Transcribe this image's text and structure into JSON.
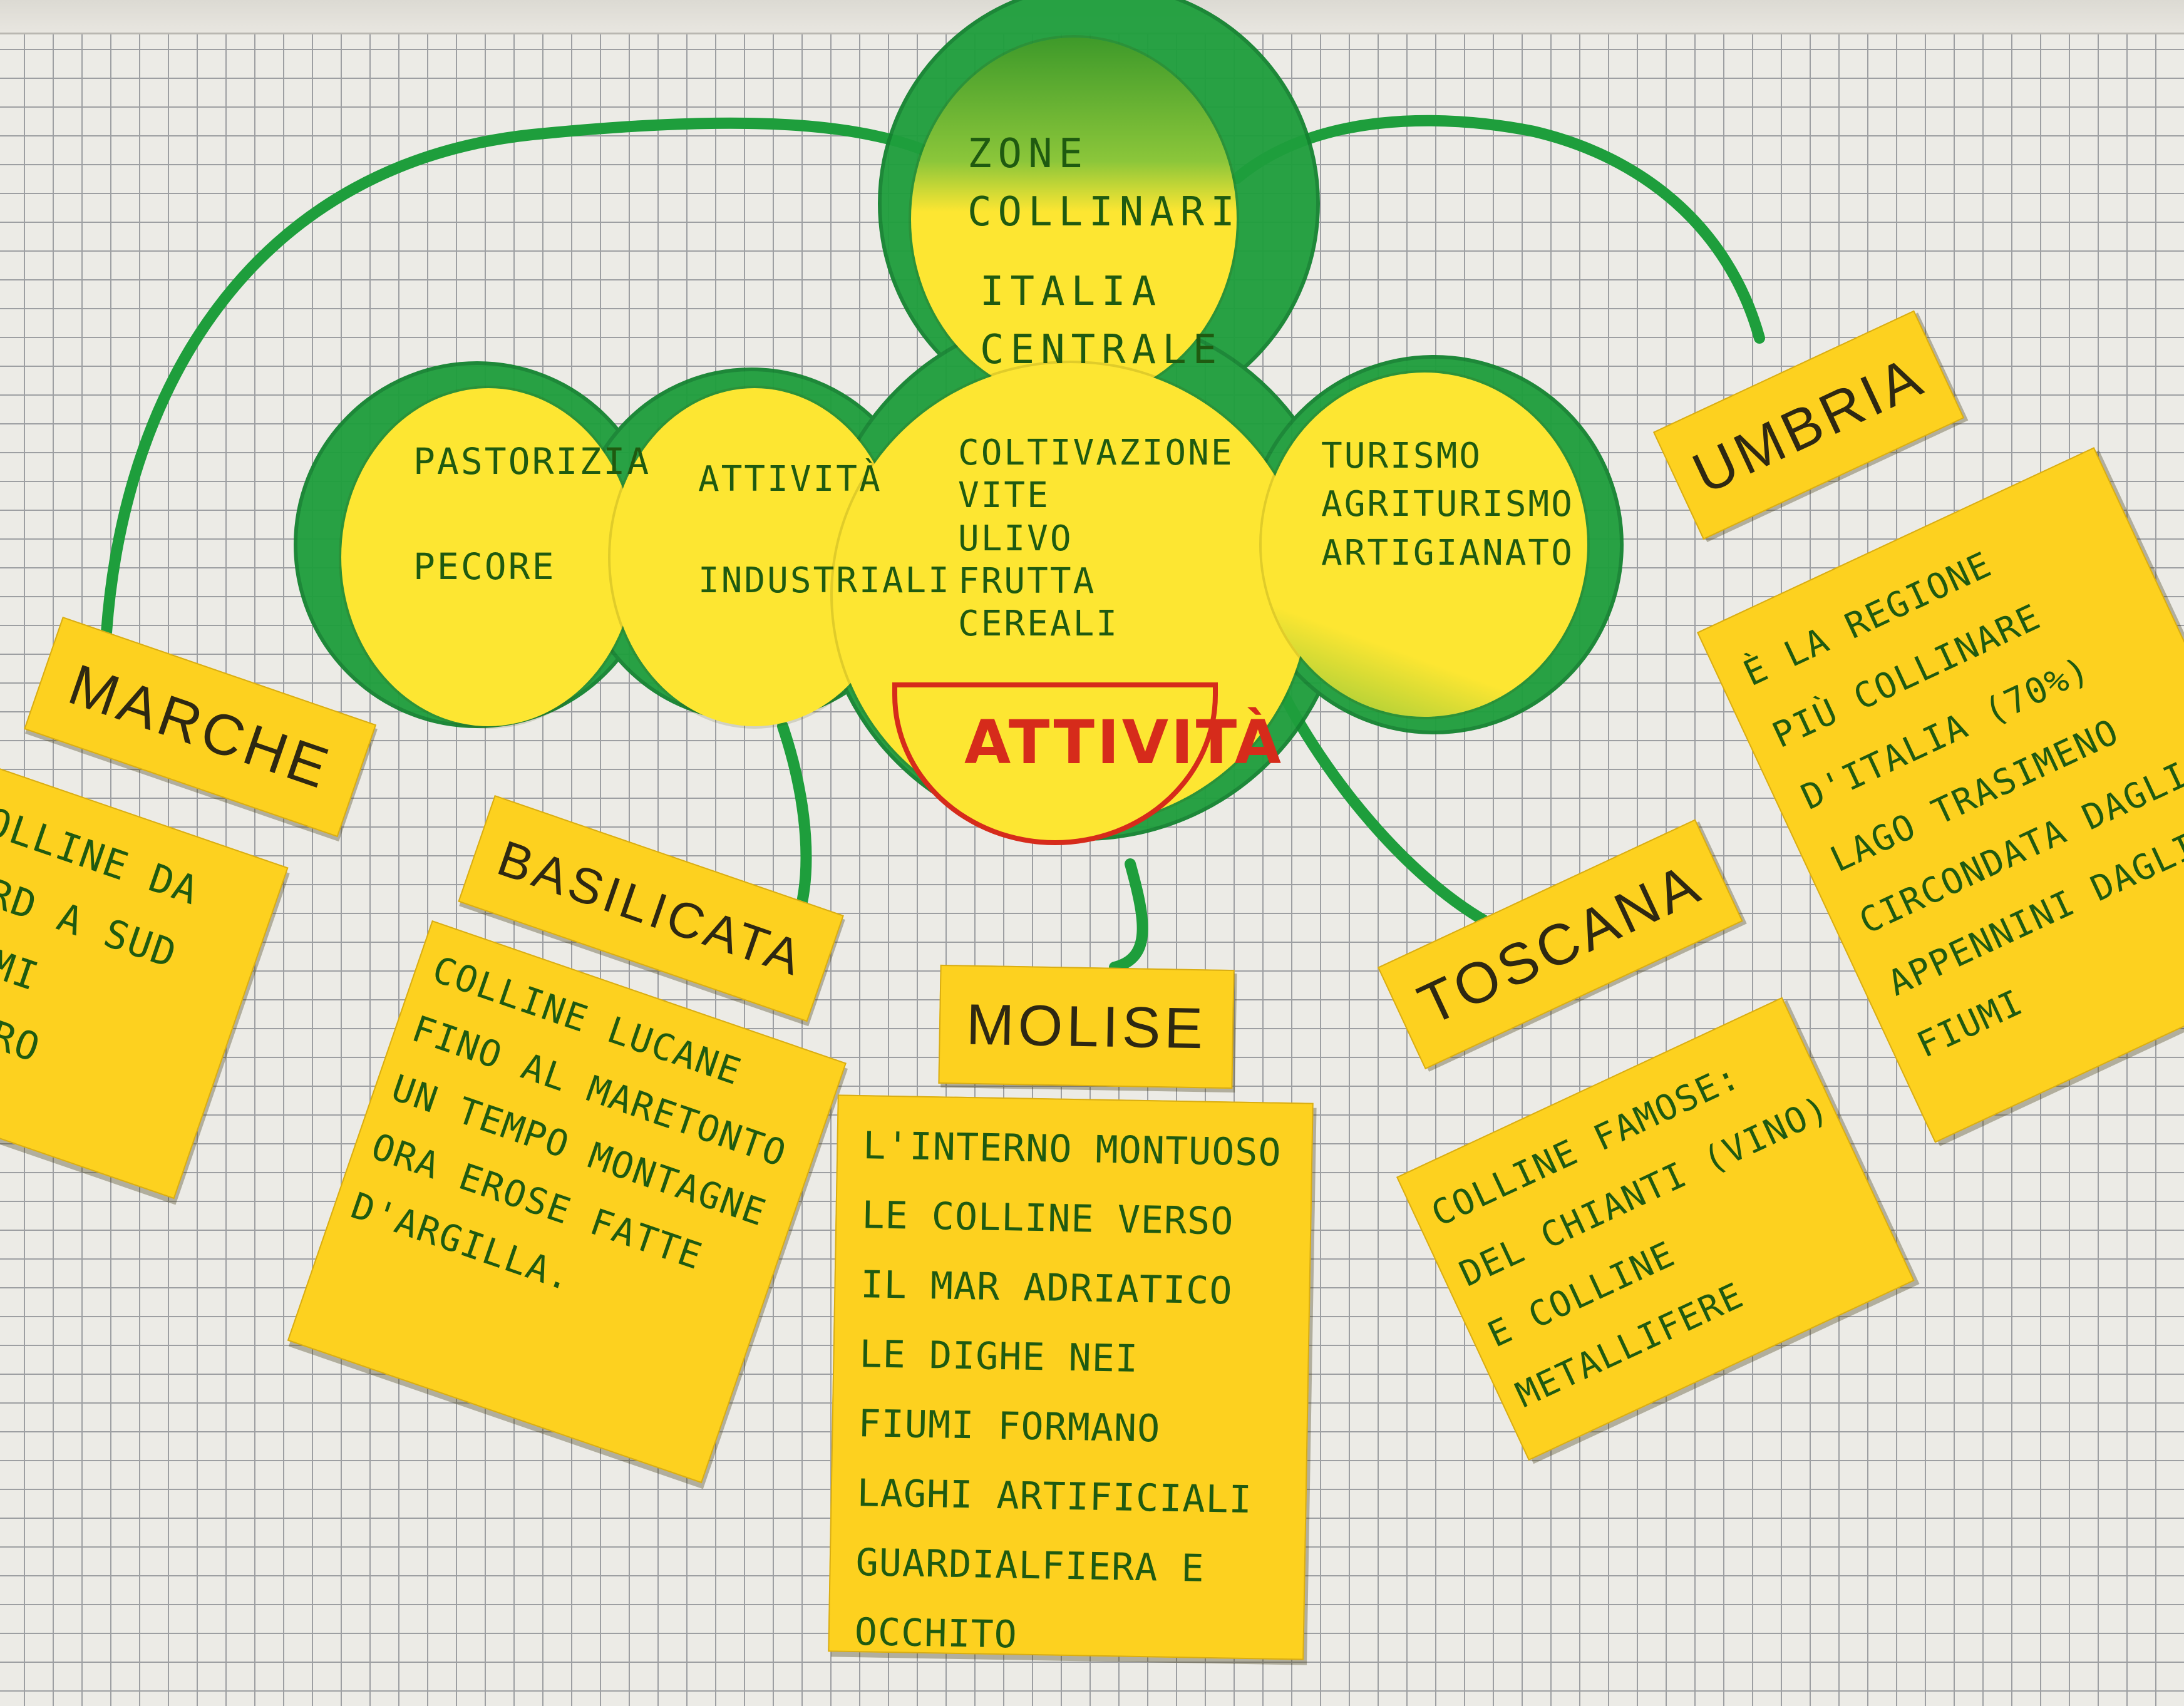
{
  "center": {
    "title": "ZONE\nCOLLINARI",
    "subtitle": "ITALIA\nCENTRALE",
    "activities_label": "ATTIVITÀ"
  },
  "activities": [
    {
      "text": "PASTORIZIA\n\nPECORE"
    },
    {
      "text": "ATTIVITÀ\n\nINDUSTRIALI"
    },
    {
      "text": "COLTIVAZIONE\nVITE\nULIVO\nFRUTTA\nCEREALI"
    },
    {
      "text": "TURISMO\nAGRITURISMO\nARTIGIANATO"
    }
  ],
  "regions": {
    "marche": {
      "name": "MARCHE",
      "text": "COLLINE DA\nNORD A SUD\nFIUMI\nCONERO"
    },
    "basilicata": {
      "name": "BASILICATA",
      "text": "COLLINE LUCANE\nFINO AL MARETONTO\nUN TEMPO MONTAGNE\nORA EROSE FATTE\nD'ARGILLA."
    },
    "molise": {
      "name": "MOLISE",
      "text": "L'INTERNO MONTUOSO\nLE COLLINE VERSO\nIL MAR ADRIATICO\nLE DIGHE NEI\nFIUMI FORMANO\nLAGHI ARTIFICIALI\nGUARDIALFIERA E OCCHITO"
    },
    "toscana": {
      "name": "TOSCANA",
      "text": "COLLINE FAMOSE:\nDEL CHIANTI (VINO)\nE COLLINE METALLIFERE"
    },
    "umbria": {
      "name": "UMBRIA",
      "text": "È LA REGIONE\nPIÙ COLLINARE\nD'ITALIA (70%)\nLAGO TRASIMENO\nCIRCONDATA DAGLI\nAPPENNINI DAGLI FIUMI"
    }
  },
  "colors": {
    "marker_green": "#1e9e3c",
    "paper_yellow": "#fdd11f",
    "ink_green": "#1f5a10",
    "ink_red": "#d62b1b"
  }
}
